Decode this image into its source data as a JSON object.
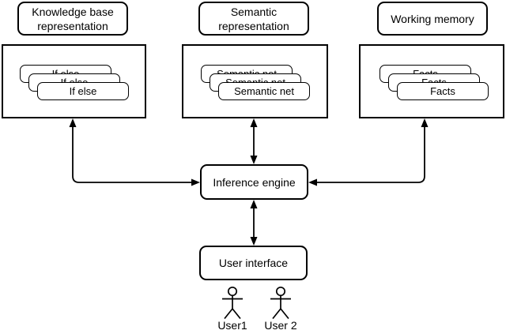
{
  "colors": {
    "stroke": "#000000",
    "fill": "#ffffff",
    "background": "#ffffff"
  },
  "stores": [
    {
      "title": "Knowledge base representation",
      "card_label": "If else"
    },
    {
      "title": "Semantic representation",
      "card_label": "Semantic net"
    },
    {
      "title": "Working memory",
      "card_label": "Facts"
    }
  ],
  "nodes": {
    "inference_engine": {
      "label": "Inference engine"
    },
    "user_interface": {
      "label": "User interface"
    }
  },
  "actors": [
    {
      "label": "User1"
    },
    {
      "label": "User 2"
    }
  ]
}
